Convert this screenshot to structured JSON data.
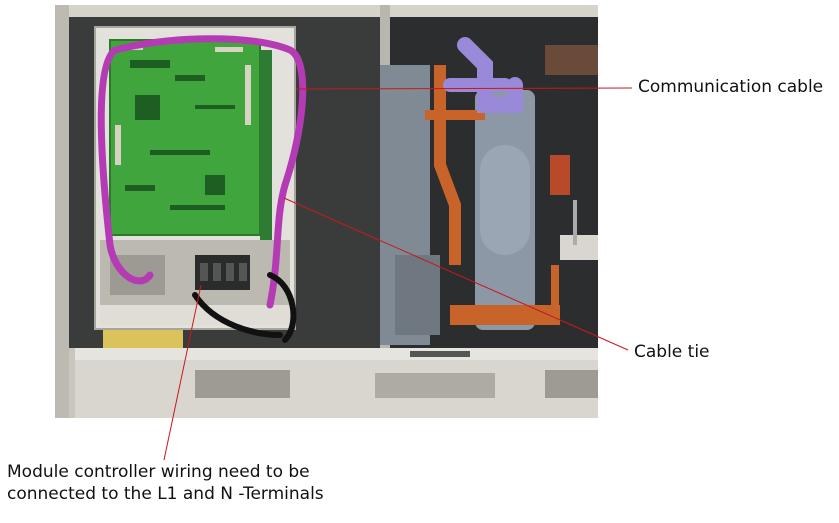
{
  "callouts": {
    "communication_cable": "Communication cable",
    "cable_tie": "Cable tie",
    "module_wiring_line1": "Module controller wiring need to be",
    "module_wiring_line2": "connected to the L1 and N -Terminals"
  },
  "colors": {
    "leader_line": "#c8181e",
    "cable_purple": "#b53bb4",
    "pcb_green": "#3fa53c",
    "panel_frame": "#d9d6cf",
    "compressor_gray": "#8c98a6",
    "pipe_orange": "#c8642a",
    "pipe_lavender": "#9a88d8"
  }
}
